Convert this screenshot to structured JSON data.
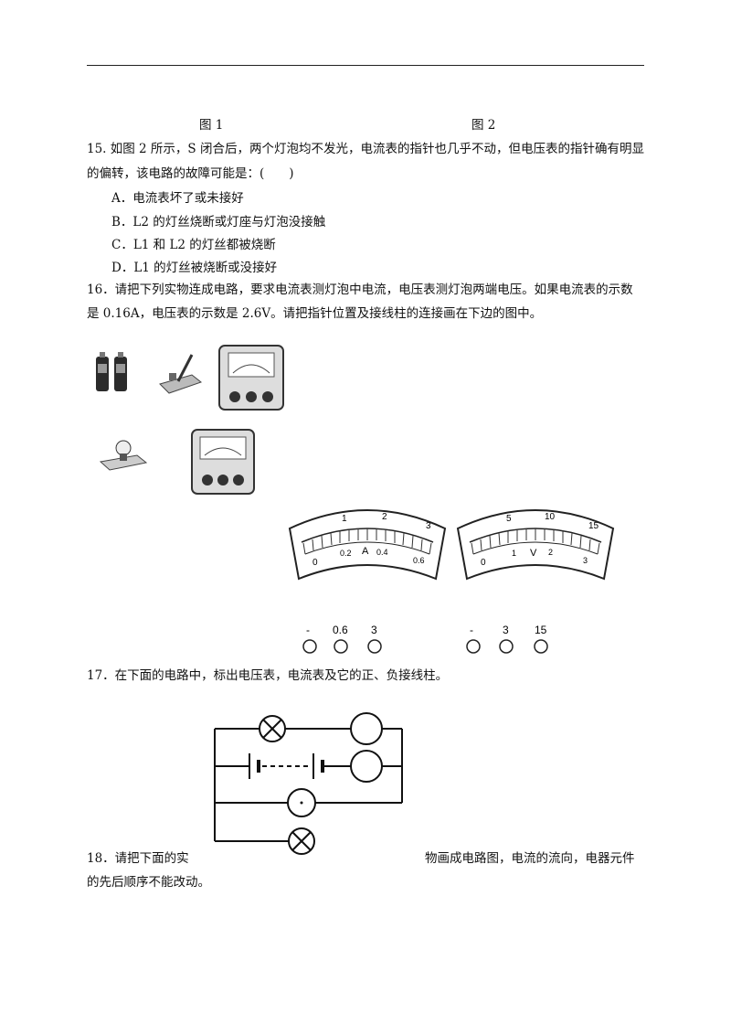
{
  "figure_labels": {
    "fig1": "图 1",
    "fig2": "图 2"
  },
  "q15": {
    "line1": "15. 如图 2 所示，S 闭合后，两个灯泡均不发光，电流表的指针也几乎不动，但电压表的指针确有明显",
    "line2": "的偏转，该电路的故障可能是：(　　)",
    "options": [
      "A．电流表坏了或未接好",
      "B．L2 的灯丝烧断或灯座与灯泡没接触",
      "C．L1 和 L2 的灯丝都被烧断",
      "D．L1 的灯丝被烧断或没接好"
    ]
  },
  "q16": {
    "line1": "16．请把下列实物连成电路，要求电流表测灯泡中电流，电压表测灯泡两端电压。如果电流表的示数",
    "line2": "是 0.16A，电压表的示数是 2.6V。请把指针位置及接线柱的连接画在下边的图中。"
  },
  "ammeter": {
    "top_ticks": [
      "1",
      "2",
      "3"
    ],
    "bottom_ticks": [
      "0",
      "0.2",
      "A",
      "0.4",
      "0.6"
    ],
    "terminals": [
      "-",
      "0.6",
      "3"
    ]
  },
  "voltmeter": {
    "top_ticks": [
      "5",
      "10",
      "15"
    ],
    "bottom_ticks": [
      "0",
      "1",
      "V",
      "2",
      "3"
    ],
    "terminals": [
      "-",
      "3",
      "15"
    ]
  },
  "q17": {
    "line1": "17．在下面的电路中，标出电压表，电流表及它的正、负接线柱。"
  },
  "q18": {
    "line1_left": "18．请把下面的实",
    "line1_right": "物画成电路图，电流的流向，电器元件",
    "line2": "的先后顺序不能改动。"
  }
}
